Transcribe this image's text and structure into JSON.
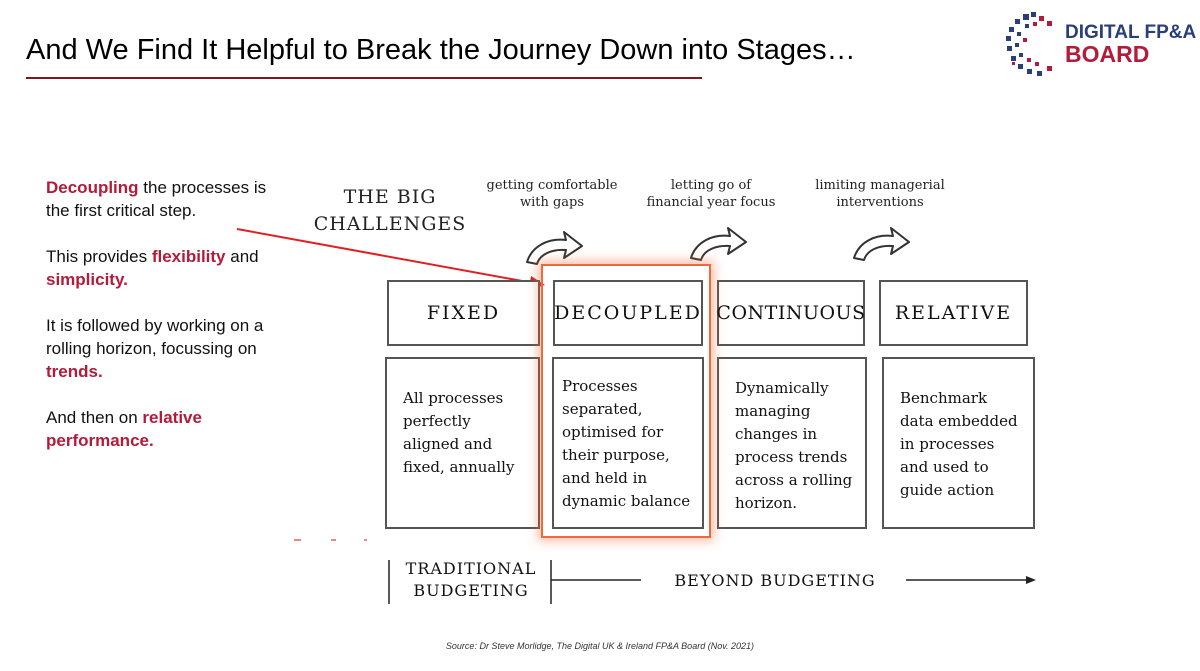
{
  "title": "And We Find It Helpful to Break the Journey Down into Stages…",
  "logo": {
    "line1": "DIGITAL FP&A",
    "line2": "BOARD",
    "colors": {
      "navy": "#2a3f7a",
      "red": "#b31b3a"
    }
  },
  "left_text": {
    "p1": {
      "highlight": "Decoupling",
      "rest": " the processes is the first critical step."
    },
    "p2": {
      "pre": "This provides ",
      "hl1": "flexibility",
      "mid": " and ",
      "hl2": "simplicity."
    },
    "p3": {
      "pre": "It is followed by working on a rolling horizon, focussing on ",
      "hl": "trends."
    },
    "p4": {
      "pre": "And then on ",
      "hl": "relative performance."
    }
  },
  "big_challenges": "THE BIG CHALLENGES",
  "challenges": [
    "getting comfortable with gaps",
    "letting go of financial year focus",
    "limiting managerial interventions"
  ],
  "stages": [
    {
      "label": "FIXED",
      "description": "All processes perfectly aligned and fixed, annually"
    },
    {
      "label": "DECOUPLED",
      "description": "Processes separated, optimised for their purpose, and held in dynamic balance"
    },
    {
      "label": "CONTINUOUS",
      "description": "Dynamically managing changes in process trends across a rolling horizon."
    },
    {
      "label": "RELATIVE",
      "description": "Benchmark data embedded in processes and used to guide action"
    }
  ],
  "bottom": {
    "traditional": "TRADITIONAL BUDGETING",
    "beyond": "BEYOND BUDGETING"
  },
  "source": "Source: Dr Steve Morlidge, The Digital UK & Ireland FP&A Board (Nov. 2021)",
  "accent_color": "#b31b3a",
  "highlight_color": "#ef6a3a",
  "arrow_color": "#e02020"
}
